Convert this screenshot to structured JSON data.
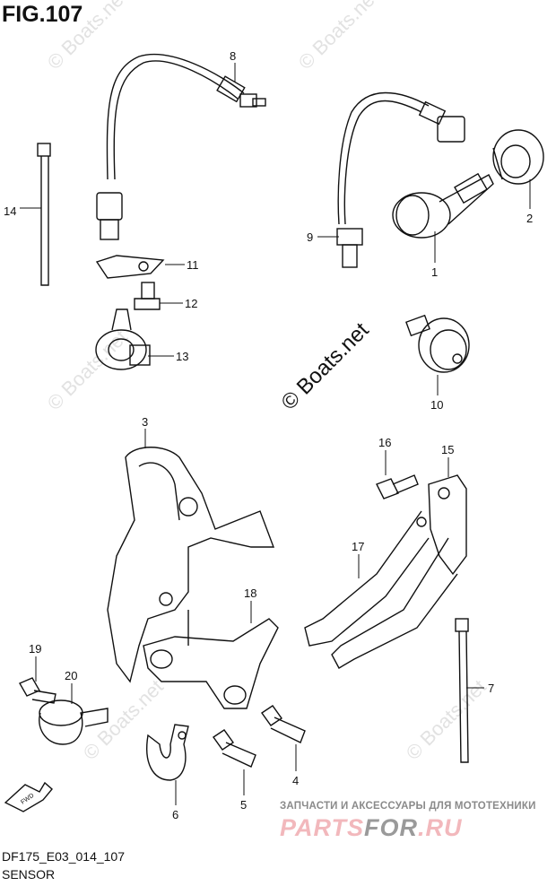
{
  "figure_label": "FIG.107",
  "model_code": "DF175_E03_014_107",
  "section_title": "SENSOR",
  "watermark": "© Boats.net",
  "center_watermark": "© Boats.net",
  "fwd_label": "FWD",
  "shop_tagline": "ЗАПЧАСТИ И АКСЕССУАРЫ ДЛЯ МОТОТЕХНИКИ",
  "shop_logo": {
    "part1": "PARTS",
    "part2": "FOR",
    "part3": ".RU"
  },
  "callouts": {
    "c1": "1",
    "c2": "2",
    "c3": "3",
    "c4": "4",
    "c5": "5",
    "c6": "6",
    "c7": "7",
    "c8": "8",
    "c9": "9",
    "c10": "10",
    "c11": "11",
    "c12": "12",
    "c13": "13",
    "c14": "14",
    "c15": "15",
    "c16": "16",
    "c17": "17",
    "c18": "18",
    "c19": "19",
    "c20": "20"
  }
}
